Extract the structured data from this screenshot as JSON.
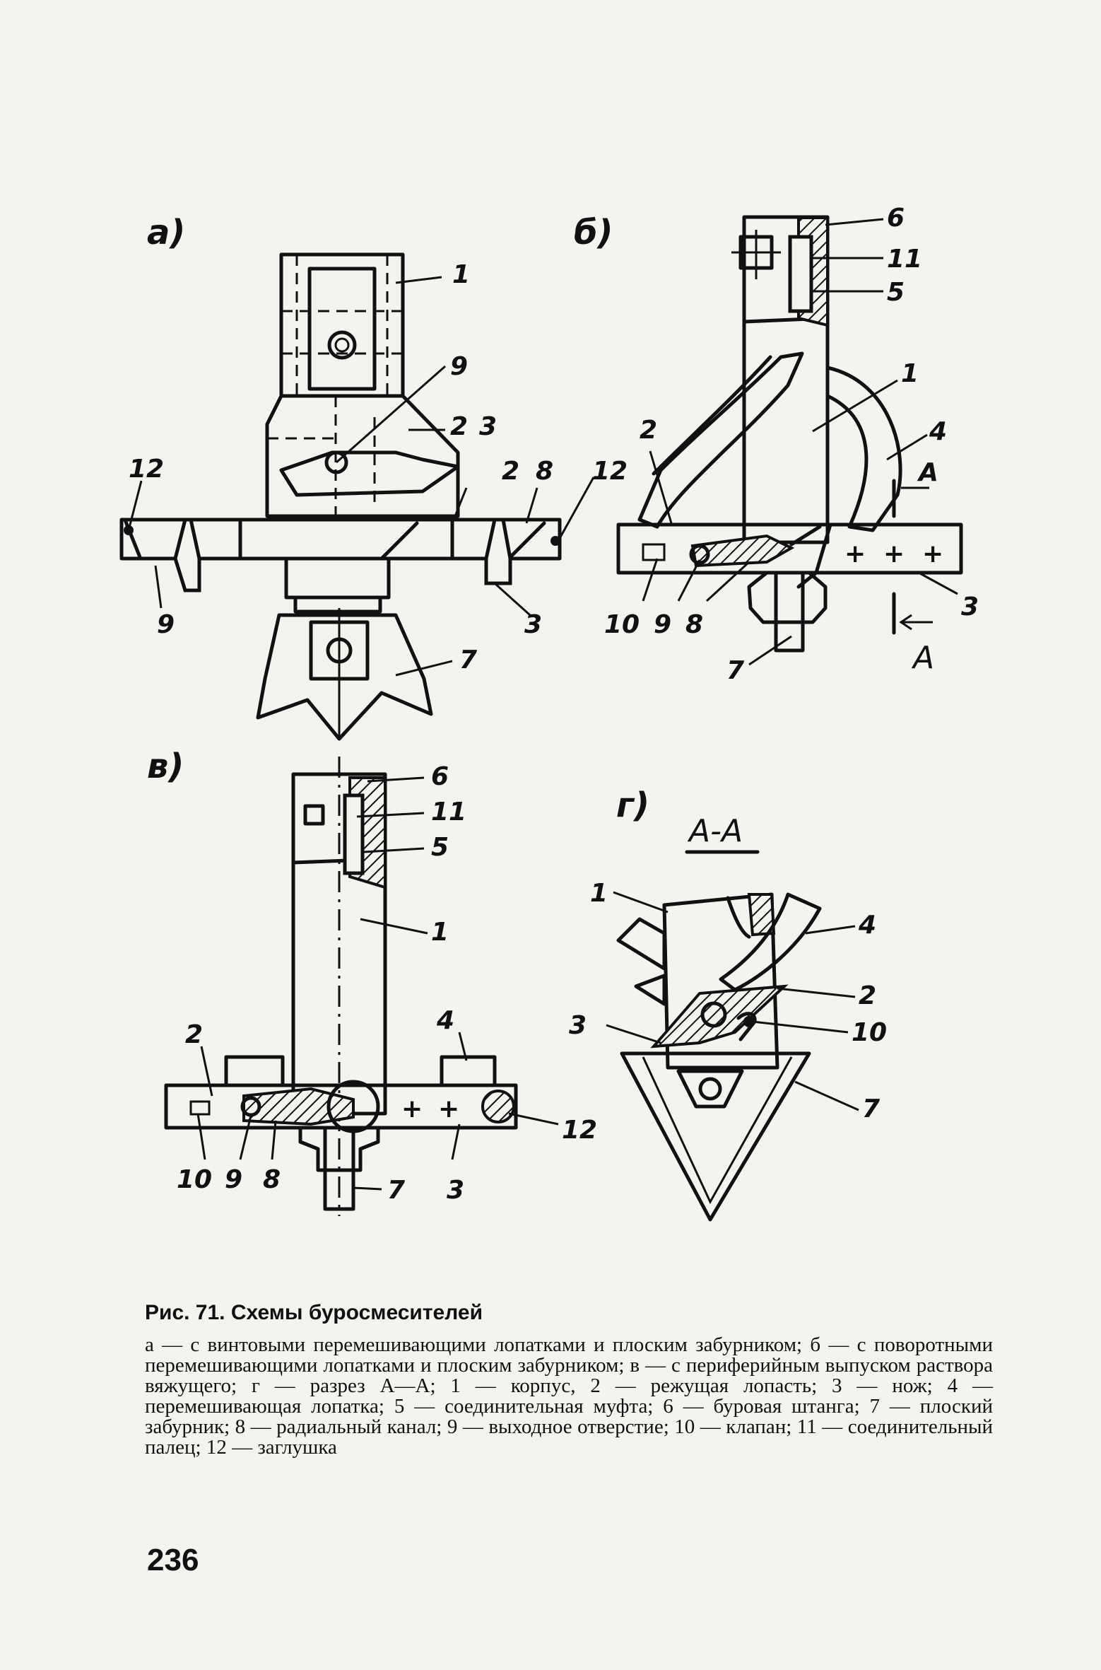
{
  "figure": {
    "panels": {
      "a": {
        "label": "а)",
        "callouts": [
          "1",
          "9",
          "2",
          "3",
          "12",
          "2",
          "8",
          "12",
          "9",
          "3",
          "7"
        ]
      },
      "b": {
        "label": "б)",
        "callouts": [
          "6",
          "11",
          "5",
          "1",
          "2",
          "4",
          "A",
          "3",
          "10",
          "9",
          "8",
          "7",
          "A"
        ]
      },
      "v": {
        "label": "в)",
        "callouts": [
          "6",
          "11",
          "5",
          "1",
          "2",
          "4",
          "12",
          "10",
          "9",
          "8",
          "7",
          "3"
        ]
      },
      "g": {
        "label": "г)",
        "section_title": "А-А",
        "callouts": [
          "1",
          "4",
          "2",
          "3",
          "10",
          "7"
        ]
      }
    }
  },
  "caption": {
    "title": "Рис. 71. Схемы буросмесителей",
    "body": "а — с винтовыми перемешивающими лопатками и плоским забурником; б — с поворотными перемешивающими лопатками и плоским забурником; в — с периферийным выпуском раствора вяжущего; г — разрез А—А; 1 — корпус, 2 — режущая лопасть; 3 — нож; 4 — перемешивающая лопатка; 5 — соединительная муфта; 6 — буровая штанга; 7 — плоский забурник; 8 — радиальный канал; 9 — выходное отверстие; 10 — клапан; 11 — соединительный палец; 12 — заглушка"
  },
  "page_number": "236"
}
